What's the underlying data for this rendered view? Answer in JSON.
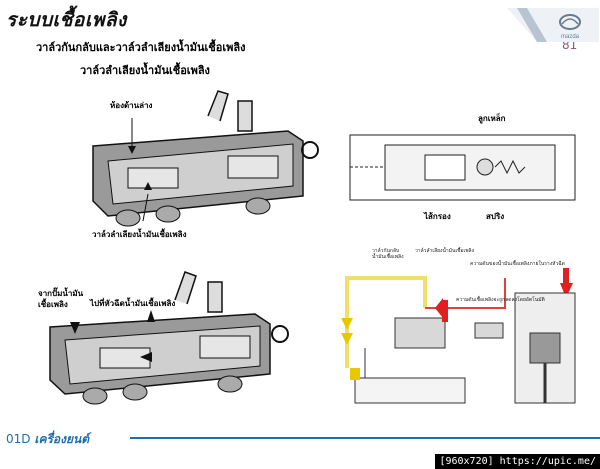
{
  "header": {
    "title": "ระบบเชื้อเพลิง",
    "subtitle": "วาล์วกันกลับและวาล์วลำเลียงน้ำมันเชื้อเพลิง",
    "section": "วาล์วลำเลียงน้ำมันเชื้อเพลิง",
    "page_number": "81",
    "logo_text": "mazda"
  },
  "figure_top_left": {
    "label_top": "ห้องด้านล่าง",
    "label_bottom": "วาล์วลำเลียงน้ำมันเชื้อเพลิง"
  },
  "figure_top_right": {
    "label_ball": "ลูกเหล็ก",
    "label_core": "ไส้กรอง",
    "label_spring": "สปริง"
  },
  "figure_bottom_left": {
    "label_from_pump_1": "จากปั๊มน้ำมัน",
    "label_from_pump_2": "เชื้อเพลิง",
    "label_to_injector": "ไปที่หัวฉีดน้ำมันเชื้อเพลิง"
  },
  "figure_bottom_right": {
    "callout_1": "วาล์วกันกลับ",
    "callout_1b": "น้ำมันเชื้อเพลิง",
    "callout_2": "วาล์วลำเลียงน้ำมันเชื้อเพลิง",
    "callout_3": "ความดันของน้ำมันเชื้อเพลิงภายในรางหัวฉีด",
    "callout_4": "ความดันเชื้อเพลิงจะถูกลดลงโดยอัตโนมัติ"
  },
  "footer": {
    "code": "01D",
    "name": "เครื่องยนต์"
  },
  "watermark": "[960x720] https://upic.me/"
}
